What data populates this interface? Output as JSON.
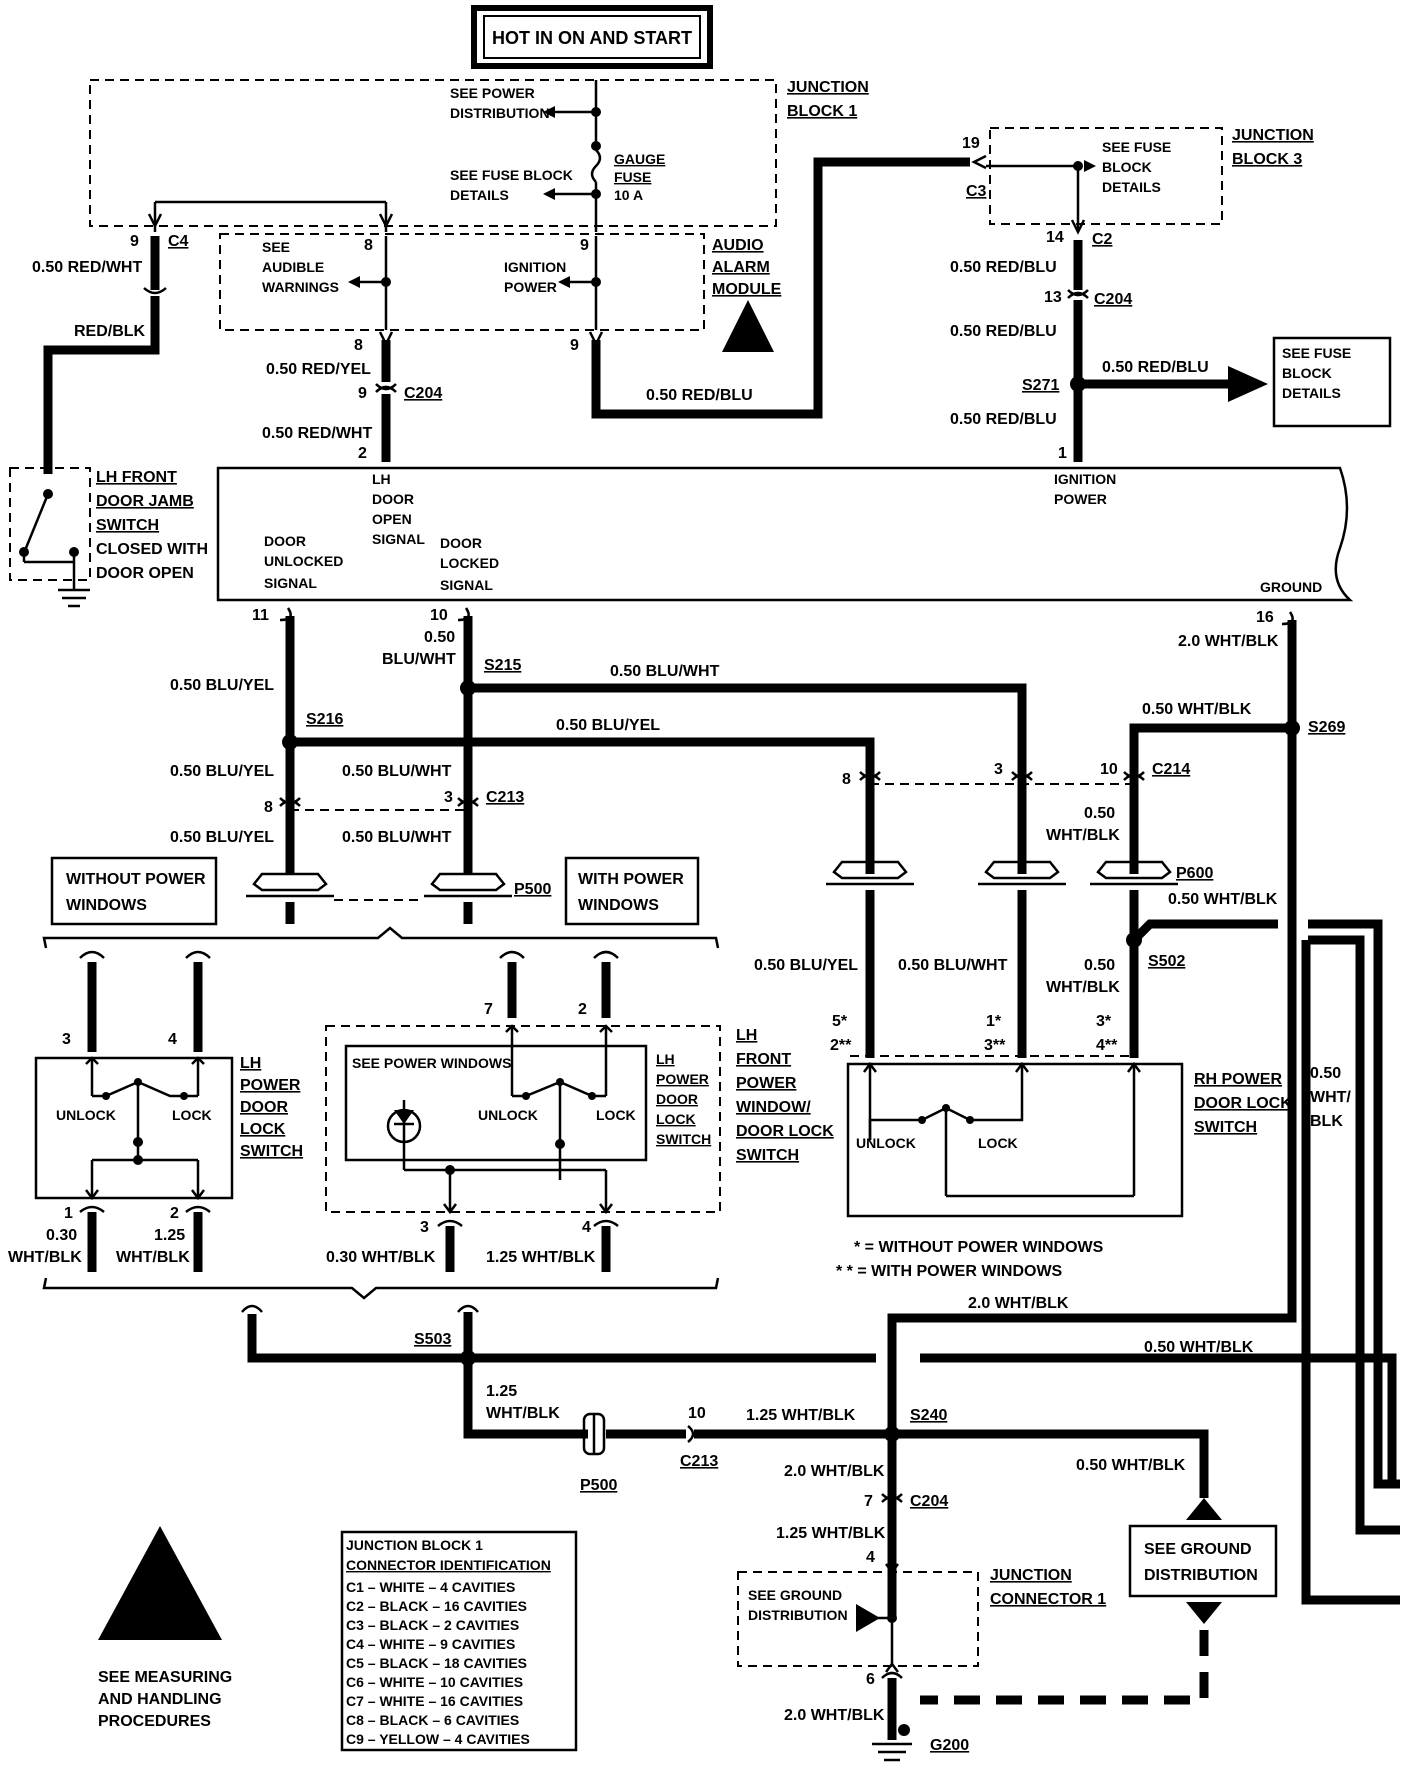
{
  "top_box": "HOT IN ON AND START",
  "jb1": {
    "title1": "JUNCTION",
    "title2": "BLOCK 1",
    "see_power1": "SEE POWER",
    "see_power2": "DISTRIBUTION",
    "see_fuse1": "SEE FUSE BLOCK",
    "see_fuse2": "DETAILS",
    "fuse1": "GAUGE",
    "fuse2": "FUSE",
    "fuse3": "10 A"
  },
  "jb3": {
    "title1": "JUNCTION",
    "title2": "BLOCK 3",
    "see1": "SEE FUSE",
    "see2": "BLOCK",
    "see3": "DETAILS",
    "pin": "19",
    "conn": "C3"
  },
  "aam": {
    "t1": "AUDIO",
    "t2": "ALARM",
    "t3": "MODULE",
    "see1": "SEE",
    "see2": "AUDIBLE",
    "see3": "WARNINGS",
    "ign1": "IGNITION",
    "ign2": "POWER",
    "pin_out": "9"
  },
  "wires": {
    "c4_pin": "9",
    "c4": "C4",
    "w_redwht": "0.50 RED/WHT",
    "w_redblk": "RED/BLK",
    "p8": "8",
    "p8b": "8",
    "w_redyel": "0.50 RED/YEL",
    "p9": "9",
    "c204a": "C204",
    "w_redwht2": "0.50 RED/WHT",
    "p2": "2",
    "p9b": "9",
    "p9c": "9",
    "w_redblu_main": "0.50 RED/BLU",
    "p14": "14",
    "c2": "C2",
    "w_redblu1": "0.50 RED/BLU",
    "p13": "13",
    "c204b": "C204",
    "w_redblu2": "0.50 RED/BLU",
    "s271": "S271",
    "w_redblu3": "0.50 RED/BLU",
    "w_redblu4": "0.50 RED/BLU",
    "p1": "1",
    "fuse_box1": "SEE FUSE",
    "fuse_box2": "BLOCK",
    "fuse_box3": "DETAILS"
  },
  "lh_jamb": {
    "t1": "LH FRONT",
    "t2": "DOOR JAMB",
    "t3": "SWITCH",
    "t4": "CLOSED WITH",
    "t5": "DOOR OPEN"
  },
  "module": {
    "lh1": "LH",
    "lh2": "DOOR",
    "lh3": "OPEN",
    "lh4": "SIGNAL",
    "du1": "DOOR",
    "du2": "UNLOCKED",
    "du3": "SIGNAL",
    "dl1": "DOOR",
    "dl2": "LOCKED",
    "dl3": "SIGNAL",
    "ip1": "IGNITION",
    "ip2": "POWER",
    "gnd": "GROUND"
  },
  "mid": {
    "p11": "11",
    "p10": "10",
    "w050": "0.50",
    "w_bluwht_a": "BLU/WHT",
    "s215": "S215",
    "w_bluwht_top": "0.50 BLU/WHT",
    "w_bluyel_a": "0.50 BLU/YEL",
    "s216": "S216",
    "w_bluyel_mid": "0.50 BLU/YEL",
    "w_bluyel_b": "0.50 BLU/YEL",
    "w_bluwht_b": "0.50 BLU/WHT",
    "p8": "8",
    "p3": "3",
    "c213": "C213",
    "w_bluyel_c": "0.50 BLU/YEL",
    "w_bluwht_c": "0.50 BLU/WHT",
    "p500": "P500",
    "p16": "16",
    "w_whtblk_20": "2.0 WHT/BLK",
    "w_whtblk_050": "0.50 WHT/BLK",
    "s269": "S269",
    "rp8": "8",
    "rp3": "3",
    "rp10": "10",
    "c214": "C214",
    "w050b": "0.50",
    "w_whtblk_b": "WHT/BLK",
    "p600": "P600",
    "w_whtblk_c": "0.50 WHT/BLK",
    "s502": "S502",
    "w_bluyel_r": "0.50 BLU/YEL",
    "w_bluwht_r": "0.50 BLU/WHT",
    "w050c": "0.50",
    "w_whtblk_r": "WHT/BLK"
  },
  "without_pw1": "WITHOUT POWER",
  "without_pw2": "WINDOWS",
  "with_pw1": "WITH POWER",
  "with_pw2": "WINDOWS",
  "lh_switch": {
    "p3": "3",
    "p4": "4",
    "unlock": "UNLOCK",
    "lock": "LOCK",
    "t1": "LH",
    "t2": "POWER",
    "t3": "DOOR",
    "t4": "LOCK",
    "t5": "SWITCH",
    "p1": "1",
    "p2": "2",
    "w1a": "0.30",
    "w1b": "WHT/BLK",
    "w2a": "1.25",
    "w2b": "WHT/BLK"
  },
  "lh_pw_switch": {
    "p7": "7",
    "p2": "2",
    "see": "SEE POWER WINDOWS",
    "unlock": "UNLOCK",
    "lock": "LOCK",
    "i1": "LH",
    "i2": "POWER",
    "i3": "DOOR",
    "i4": "LOCK",
    "i5": "SWITCH",
    "t1": "LH",
    "t2": "FRONT",
    "t3": "POWER",
    "t4": "WINDOW/",
    "t5": "DOOR LOCK",
    "t6": "SWITCH",
    "p3": "3",
    "p4": "4",
    "w3": "0.30 WHT/BLK",
    "w4": "1.25 WHT/BLK"
  },
  "rh_switch": {
    "p5": "5*",
    "p2": "2**",
    "p1": "1*",
    "p3": "3**",
    "p3b": "3*",
    "p4": "4**",
    "unlock": "UNLOCK",
    "lock": "LOCK",
    "t1": "RH POWER",
    "t2": "DOOR LOCK",
    "t3": "SWITCH",
    "w1": "0.50",
    "w2": "WHT/",
    "w3": "BLK"
  },
  "legend": {
    "a": "* = WITHOUT POWER WINDOWS",
    "b": "* * = WITH POWER WINDOWS"
  },
  "bottom": {
    "w_whtblk_20a": "2.0 WHT/BLK",
    "w_whtblk_050a": "0.50 WHT/BLK",
    "s503": "S503",
    "w125": "1.25",
    "w_whtblk_d": "WHT/BLK",
    "p10": "10",
    "w_125whtblk": "1.25 WHT/BLK",
    "s240": "S240",
    "c213": "C213",
    "p500": "P500",
    "w_20whtblk": "2.0 WHT/BLK",
    "p7": "7",
    "c204": "C204",
    "w_050whtblk": "0.50 WHT/BLK",
    "w_125whtblk_b": "1.25 WHT/BLK",
    "p4": "4",
    "see_gnd1": "SEE GROUND",
    "see_gnd2": "DISTRIBUTION",
    "jc1": "JUNCTION",
    "jc2": "CONNECTOR 1",
    "jc_see1": "SEE GROUND",
    "jc_see2": "DISTRIBUTION",
    "p6": "6",
    "w_20whtblk_b": "2.0 WHT/BLK",
    "g200": "G200"
  },
  "conn_table": {
    "title1": "JUNCTION BLOCK 1",
    "title2": "CONNECTOR IDENTIFICATION",
    "rows": [
      "C1 – WHITE – 4 CAVITIES",
      "C2 – BLACK – 16 CAVITIES",
      "C3 – BLACK – 2 CAVITIES",
      "C4 – WHITE – 9 CAVITIES",
      "C5 – BLACK – 18 CAVITIES",
      "C6 – WHITE – 10 CAVITIES",
      "C7 – WHITE – 16 CAVITIES",
      "C8 – BLACK – 6 CAVITIES",
      "C9 – YELLOW – 4 CAVITIES"
    ]
  },
  "esd": {
    "t1": "SEE MEASURING",
    "t2": "AND HANDLING",
    "t3": "PROCEDURES"
  }
}
